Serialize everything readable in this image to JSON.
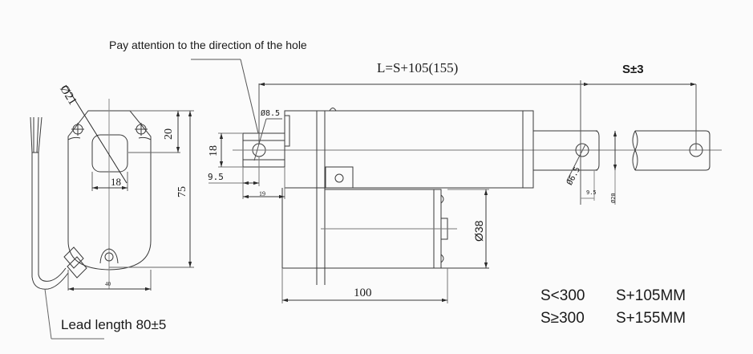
{
  "notes": {
    "hole_direction": "Pay attention to the direction of the hole",
    "lead_length": "Lead length 80±5"
  },
  "front_view": {
    "hole_diameter": "Ø21",
    "width_inner": "18",
    "height_top": "20",
    "height_total": "75",
    "width_total": "40"
  },
  "side_view": {
    "rear_hole_diameter": "Ø8.5",
    "rear_height": "18",
    "rear_offset": "9.5",
    "rear_width": "19",
    "total_length": "L=S+105(155)",
    "stroke": "S±3",
    "rod_hole_diameter": "Ø6.5",
    "rod_hole_offset": "9.5",
    "rod_diameter": "Ø20",
    "motor_diameter": "Ø38",
    "motor_length": "100"
  },
  "length_table": {
    "rows": [
      {
        "condition": "S<300",
        "value": "S+105MM"
      },
      {
        "condition": "S≥300",
        "value": "S+155MM"
      }
    ]
  },
  "colors": {
    "line": "#3a3a3a",
    "background": "#fbfbfb",
    "text": "#1a1a1a"
  }
}
